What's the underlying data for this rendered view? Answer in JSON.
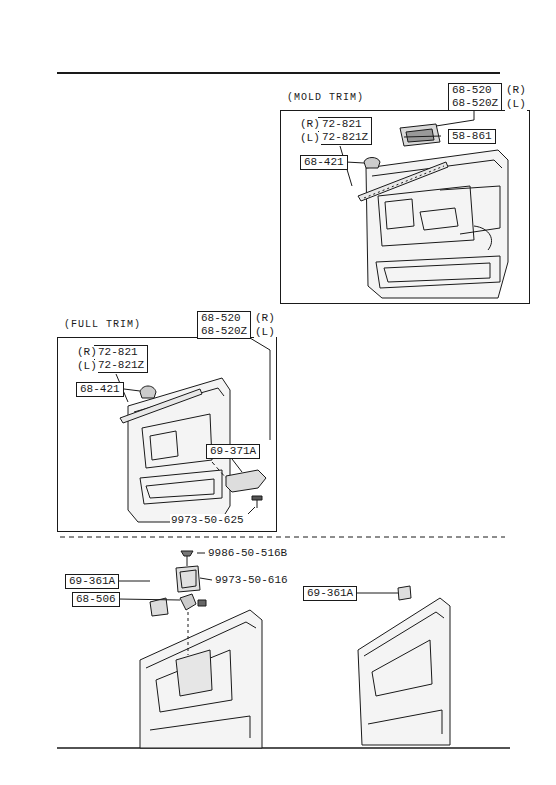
{
  "diagram": {
    "nodes": [
      {
        "text": [
          "(MOLD TRIM)"
        ]
      },
      {
        "text": [
          "68-520",
          "68-520Z"
        ]
      },
      {
        "text": [
          "72-821",
          "72-821Z"
        ],
        "in": 0
      },
      {
        "text": [
          "68-421"
        ],
        "in": 0
      },
      {
        "text": [
          "58-861"
        ],
        "in": 0
      },
      {
        "text": [
          "(FULL TRIM)"
        ]
      },
      {
        "text": [
          "68-520",
          "68-520Z"
        ]
      },
      {
        "text": [
          "72-821",
          "72-821Z"
        ],
        "in": 5
      },
      {
        "text": [
          "68-421"
        ],
        "in": 5
      },
      {
        "text": [
          "69-371A"
        ],
        "in": 5
      },
      {
        "text": [
          "69-361A"
        ]
      },
      {
        "text": [
          "68-506"
        ]
      },
      {
        "text": [
          "69-361A"
        ]
      }
    ],
    "labels": [
      "(R)",
      "(L)",
      "(R)",
      "(L)",
      "(R)",
      "(L)",
      "(R)",
      "(L)",
      "9973-50-625",
      "9986-50-516B",
      "9973-50-616"
    ]
  }
}
